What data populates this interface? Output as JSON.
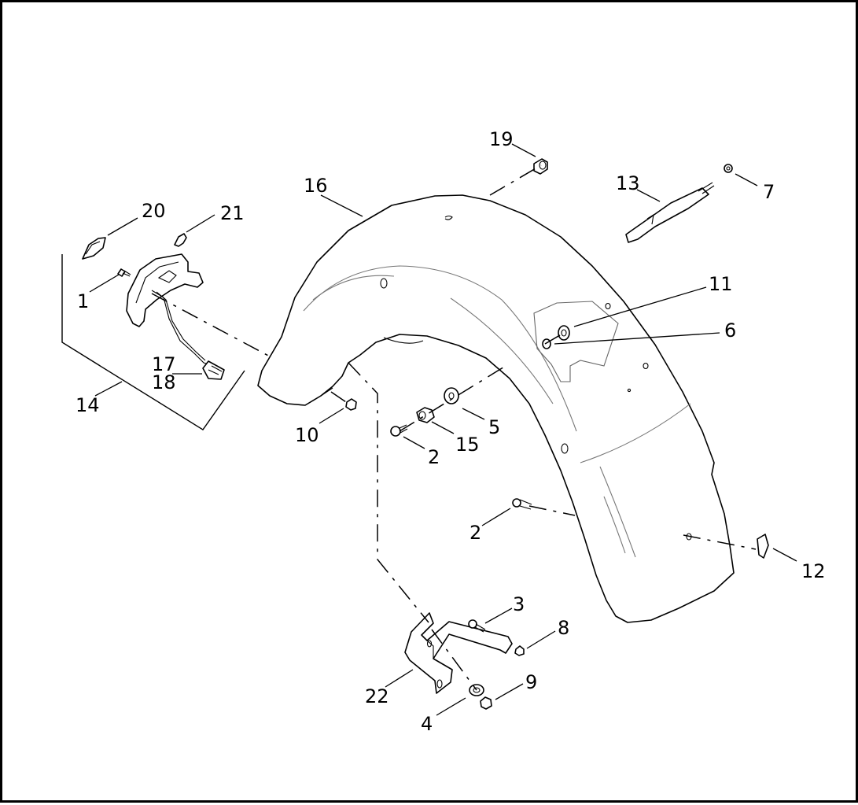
{
  "diagram": {
    "callouts": [
      {
        "id": "c1",
        "text": "1"
      },
      {
        "id": "c2a",
        "text": "2"
      },
      {
        "id": "c2b",
        "text": "2"
      },
      {
        "id": "c3",
        "text": "3"
      },
      {
        "id": "c4",
        "text": "4"
      },
      {
        "id": "c5",
        "text": "5"
      },
      {
        "id": "c6",
        "text": "6"
      },
      {
        "id": "c7",
        "text": "7"
      },
      {
        "id": "c8",
        "text": "8"
      },
      {
        "id": "c9",
        "text": "9"
      },
      {
        "id": "c10",
        "text": "10"
      },
      {
        "id": "c11",
        "text": "11"
      },
      {
        "id": "c12",
        "text": "12"
      },
      {
        "id": "c13",
        "text": "13"
      },
      {
        "id": "c14",
        "text": "14"
      },
      {
        "id": "c15",
        "text": "15"
      },
      {
        "id": "c16",
        "text": "16"
      },
      {
        "id": "c17",
        "text": "17"
      },
      {
        "id": "c18",
        "text": "18"
      },
      {
        "id": "c19",
        "text": "19"
      },
      {
        "id": "c20",
        "text": "20"
      },
      {
        "id": "c21",
        "text": "21"
      },
      {
        "id": "c22",
        "text": "22"
      }
    ],
    "colors": {
      "line": "#000000",
      "background": "#ffffff",
      "detail": "#777777"
    }
  }
}
